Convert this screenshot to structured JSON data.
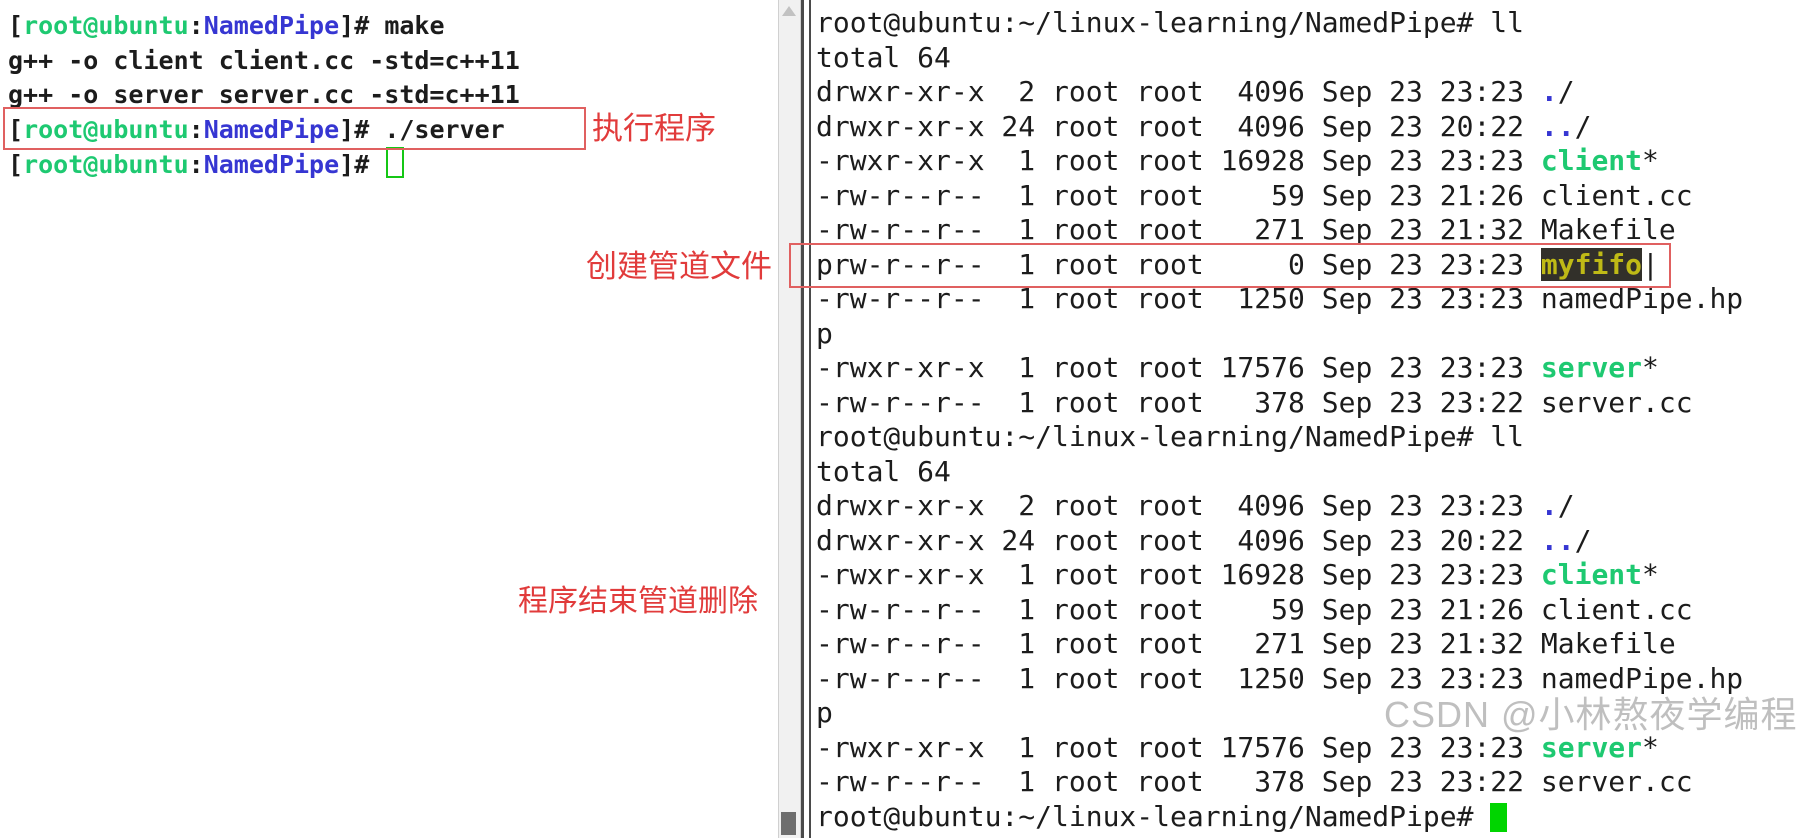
{
  "colors": {
    "prompt_green": "#1ec971",
    "prompt_blue": "#3636d2",
    "exec_green": "#1ec971",
    "dir_blue": "#3636d2",
    "fifo_fg": "#bfba16",
    "fifo_bg": "#32302a",
    "annotation_red": "#e13b3b",
    "box_red": "#e06060",
    "cursor_green": "#00d500",
    "text": "#1c1c1c"
  },
  "terminal_left": {
    "lines": [
      {
        "segments": [
          {
            "t": "[",
            "c": "fg"
          },
          {
            "t": "root@ubuntu",
            "c": "green"
          },
          {
            "t": ":",
            "c": "fg"
          },
          {
            "t": "NamedPipe",
            "c": "blue"
          },
          {
            "t": "]# make",
            "c": "fg"
          }
        ]
      },
      {
        "segments": [
          {
            "t": "g++ -o client client.cc -std=c++11",
            "c": "fg"
          }
        ]
      },
      {
        "segments": [
          {
            "t": "g++ -o server server.cc -std=c++11",
            "c": "fg"
          }
        ]
      },
      {
        "segments": [
          {
            "t": "[",
            "c": "fg"
          },
          {
            "t": "root@ubuntu",
            "c": "green"
          },
          {
            "t": ":",
            "c": "fg"
          },
          {
            "t": "NamedPipe",
            "c": "blue"
          },
          {
            "t": "]# ./server",
            "c": "fg"
          }
        ]
      },
      {
        "segments": [
          {
            "t": "[",
            "c": "fg"
          },
          {
            "t": "root@ubuntu",
            "c": "green"
          },
          {
            "t": ":",
            "c": "fg"
          },
          {
            "t": "NamedPipe",
            "c": "blue"
          },
          {
            "t": "]# ",
            "c": "fg"
          }
        ],
        "cursor": "hollow"
      }
    ]
  },
  "terminal_right": {
    "lines": [
      {
        "segments": [
          {
            "t": "root@ubuntu:~/linux-learning/NamedPipe# ll",
            "c": "fg"
          }
        ]
      },
      {
        "segments": [
          {
            "t": "total 64",
            "c": "fg"
          }
        ]
      },
      {
        "segments": [
          {
            "t": "drwxr-xr-x  2 root root  4096 Sep 23 23:23 ",
            "c": "fg"
          },
          {
            "t": ".",
            "c": "blue"
          },
          {
            "t": "/",
            "c": "fg"
          }
        ]
      },
      {
        "segments": [
          {
            "t": "drwxr-xr-x 24 root root  4096 Sep 23 20:22 ",
            "c": "fg"
          },
          {
            "t": "..",
            "c": "blue"
          },
          {
            "t": "/",
            "c": "fg"
          }
        ]
      },
      {
        "segments": [
          {
            "t": "-rwxr-xr-x  1 root root 16928 Sep 23 23:23 ",
            "c": "fg"
          },
          {
            "t": "client",
            "c": "green"
          },
          {
            "t": "*",
            "c": "fg"
          }
        ]
      },
      {
        "segments": [
          {
            "t": "-rw-r--r--  1 root root    59 Sep 23 21:26 client.cc",
            "c": "fg"
          }
        ]
      },
      {
        "segments": [
          {
            "t": "-rw-r--r--  1 root root   271 Sep 23 21:32 Makefile",
            "c": "fg"
          }
        ]
      },
      {
        "segments": [
          {
            "t": "prw-r--r--  1 root root     0 Sep 23 23:23 ",
            "c": "fg"
          },
          {
            "t": "myfifo",
            "c": "pipe"
          },
          {
            "t": "|",
            "c": "fg"
          }
        ]
      },
      {
        "segments": [
          {
            "t": "-rw-r--r--  1 root root  1250 Sep 23 23:23 namedPipe.hp",
            "c": "fg"
          }
        ]
      },
      {
        "segments": [
          {
            "t": "p",
            "c": "fg"
          }
        ]
      },
      {
        "segments": [
          {
            "t": "-rwxr-xr-x  1 root root 17576 Sep 23 23:23 ",
            "c": "fg"
          },
          {
            "t": "server",
            "c": "green"
          },
          {
            "t": "*",
            "c": "fg"
          }
        ]
      },
      {
        "segments": [
          {
            "t": "-rw-r--r--  1 root root   378 Sep 23 23:22 server.cc",
            "c": "fg"
          }
        ]
      },
      {
        "segments": [
          {
            "t": "root@ubuntu:~/linux-learning/NamedPipe# ll",
            "c": "fg"
          }
        ]
      },
      {
        "segments": [
          {
            "t": "total 64",
            "c": "fg"
          }
        ]
      },
      {
        "segments": [
          {
            "t": "drwxr-xr-x  2 root root  4096 Sep 23 23:23 ",
            "c": "fg"
          },
          {
            "t": ".",
            "c": "blue"
          },
          {
            "t": "/",
            "c": "fg"
          }
        ]
      },
      {
        "segments": [
          {
            "t": "drwxr-xr-x 24 root root  4096 Sep 23 20:22 ",
            "c": "fg"
          },
          {
            "t": "..",
            "c": "blue"
          },
          {
            "t": "/",
            "c": "fg"
          }
        ]
      },
      {
        "segments": [
          {
            "t": "-rwxr-xr-x  1 root root 16928 Sep 23 23:23 ",
            "c": "fg"
          },
          {
            "t": "client",
            "c": "green"
          },
          {
            "t": "*",
            "c": "fg"
          }
        ]
      },
      {
        "segments": [
          {
            "t": "-rw-r--r--  1 root root    59 Sep 23 21:26 client.cc",
            "c": "fg"
          }
        ]
      },
      {
        "segments": [
          {
            "t": "-rw-r--r--  1 root root   271 Sep 23 21:32 Makefile",
            "c": "fg"
          }
        ]
      },
      {
        "segments": [
          {
            "t": "-rw-r--r--  1 root root  1250 Sep 23 23:23 namedPipe.hp",
            "c": "fg"
          }
        ]
      },
      {
        "segments": [
          {
            "t": "p",
            "c": "fg"
          }
        ]
      },
      {
        "segments": [
          {
            "t": "-rwxr-xr-x  1 root root 17576 Sep 23 23:23 ",
            "c": "fg"
          },
          {
            "t": "server",
            "c": "green"
          },
          {
            "t": "*",
            "c": "fg"
          }
        ]
      },
      {
        "segments": [
          {
            "t": "-rw-r--r--  1 root root   378 Sep 23 23:22 server.cc",
            "c": "fg"
          }
        ]
      },
      {
        "segments": [
          {
            "t": "root@ubuntu:~/linux-learning/NamedPipe# ",
            "c": "fg"
          }
        ],
        "cursor": "block"
      }
    ]
  },
  "annotations": [
    {
      "text": "执行程序"
    },
    {
      "text": "创建管道文件"
    },
    {
      "text": "程序结束管道删除"
    }
  ],
  "watermark": {
    "text": "CSDN @小林熬夜学编程"
  }
}
